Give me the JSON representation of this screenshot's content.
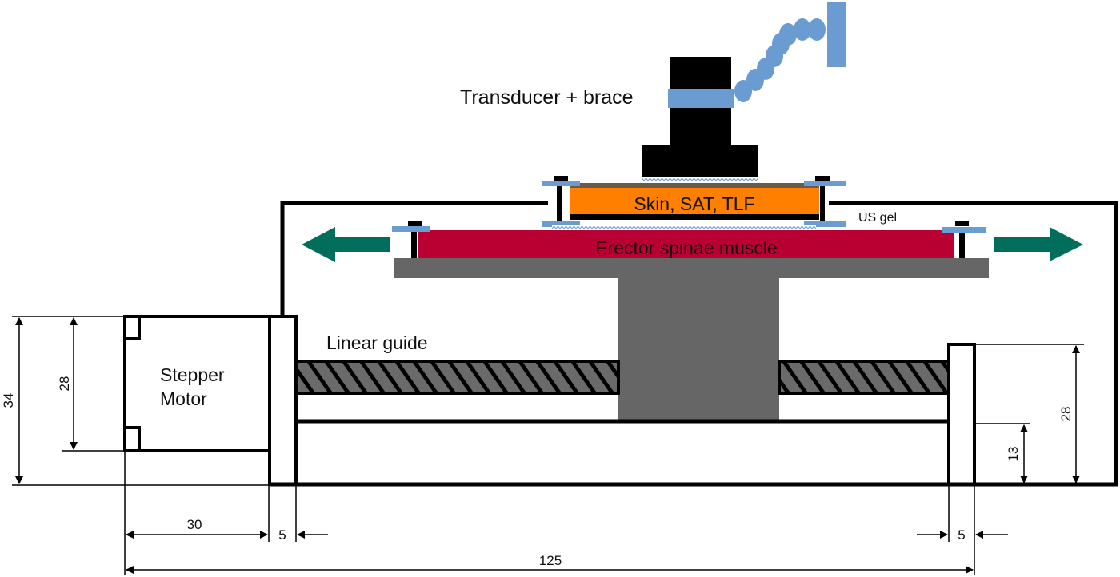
{
  "labels": {
    "transducer": "Transducer + brace",
    "skin_layer": "Skin, SAT, TLF",
    "us_gel": "US gel",
    "muscle": "Erector spinae muscle",
    "stepper_line1": "Stepper",
    "stepper_line2": "Motor",
    "linear_guide": "Linear guide"
  },
  "dimensions": {
    "motor_outer_height": "34",
    "motor_inner_height": "28",
    "right_support_height": "28",
    "rail_height": "13",
    "motor_width": "30",
    "left_support_width": "5",
    "right_support_width": "5",
    "total_length": "125"
  },
  "colors": {
    "skin_layer": "#ff8000",
    "muscle": "#b80032",
    "platform": "#666666",
    "clamp": "#6a9bd1",
    "arrow": "#006e5a",
    "outline": "#000000"
  }
}
